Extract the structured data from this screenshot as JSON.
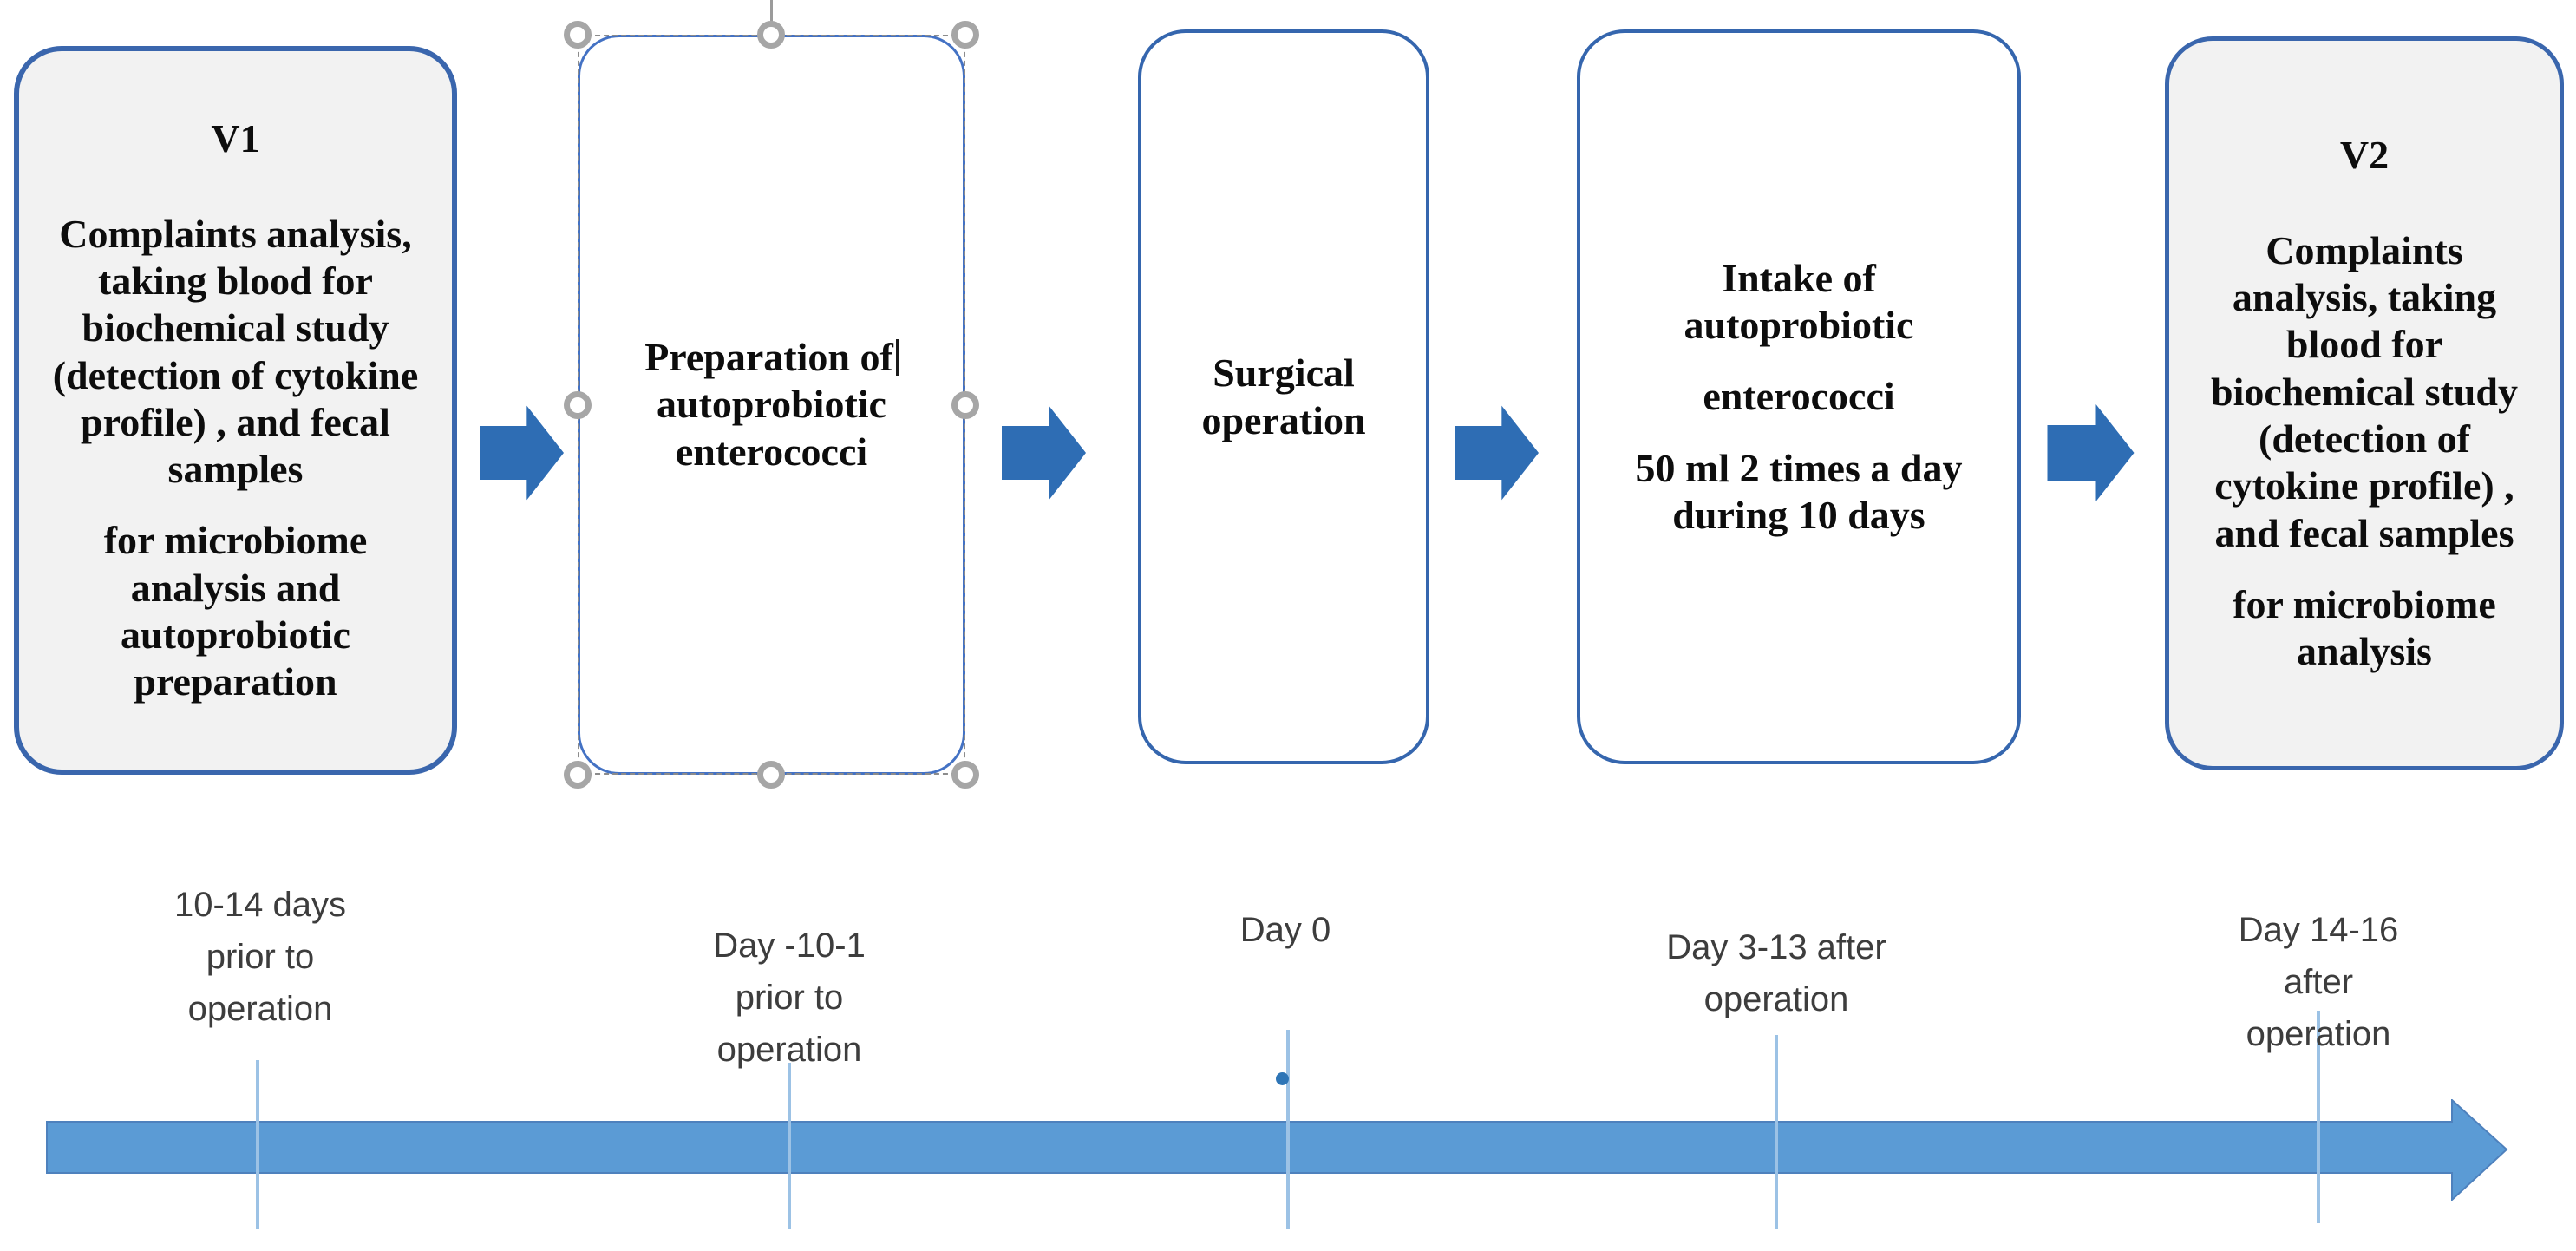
{
  "boxes": {
    "b1": {
      "title": "V1",
      "p1": "Complaints analysis, taking blood for biochemical study (detection of cytokine profile) , and fecal samples",
      "p2": "for microbiome analysis and autoprobiotic preparation"
    },
    "b2": {
      "p_before_cursor": "Preparation of",
      "p_after_cursor": "autoprobiotic enterococci"
    },
    "b3": {
      "p1": "Surgical operation"
    },
    "b4": {
      "p1": "Intake of autoprobiotic",
      "p2": "enterococci",
      "p3": "50 ml 2 times a day during 10 days"
    },
    "b5": {
      "title": "V2",
      "p1": "Complaints analysis, taking blood for biochemical study (detection of cytokine profile) , and fecal samples",
      "p2": "for microbiome analysis"
    }
  },
  "timeline": {
    "labels": [
      {
        "text": "10-14 days\nprior to\noperation"
      },
      {
        "text": "Day -10-1\nprior to\noperation"
      },
      {
        "text": "Day 0"
      },
      {
        "text": "Day 3-13 after\noperation"
      },
      {
        "text": "Day 14-16\nafter\noperation"
      }
    ]
  },
  "colors": {
    "box_border_blue": "#3a66ad",
    "selected_border_blue": "#4472c4",
    "connector_blue": "#2e6db4",
    "timeline_fill": "#5b9bd5",
    "timeline_stroke": "#4e81bd",
    "tick_blue": "#9cc2e5",
    "box_fill_gray": "#f2f2f2",
    "handle_gray": "#a6a6a6",
    "label_text": "#3d3d3d"
  }
}
